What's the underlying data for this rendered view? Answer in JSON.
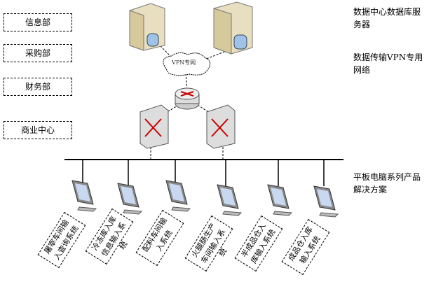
{
  "departments": [
    "信息部",
    "采购部",
    "财务部",
    "商业中心"
  ],
  "right_labels": {
    "servers": "数据中心数据库服务器",
    "vpn": "数据传输VPN专用网络",
    "tablets": "平板电脑系列产品解决方案"
  },
  "cloud_label": "VPN专网",
  "terminals": [
    "屠宰车间输入查询系统",
    "冷冻库入库信息输入系统",
    "配料车间输入系统",
    "火腿肠生产车间输入系统",
    "半成品仓入库输入系统",
    "成品仓入库输入系统"
  ]
}
